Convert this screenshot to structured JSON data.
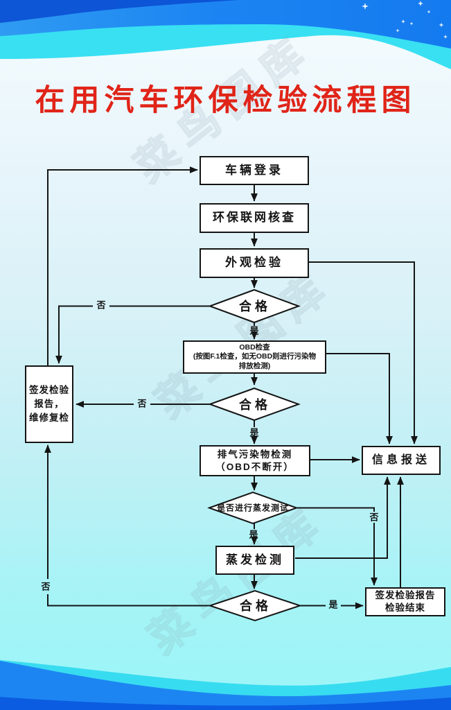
{
  "title": "在用汽车环保检验流程图",
  "watermark": "菜鸟图库",
  "colors": {
    "title_red": "#e02418",
    "line_black": "#141414",
    "node_background": "#ffffff",
    "wave_dark_blue": "#0b50d4",
    "wave_blue": "#1d85f2",
    "wave_cyan": "#38e0f2",
    "page_tint_top": "#f2fafd",
    "page_tint_bottom": "#9ef5f7"
  },
  "flowchart": {
    "edge_labels": {
      "yes": "是",
      "no": "否"
    },
    "nodes": {
      "vehicle_login": {
        "label": "车辆登录"
      },
      "network_check": {
        "label": "环保联网核查"
      },
      "appearance_check": {
        "label": "外观检验"
      },
      "qualified1": {
        "label": "合格"
      },
      "obd_check": {
        "line1": "OBD检查",
        "line2": "(按图F.1检查，如无OBD则进行污染物",
        "line3": "排放检测)"
      },
      "qualified2": {
        "label": "合格"
      },
      "exhaust_test": {
        "line1": "排气污染物检测",
        "line2": "（OBD不断开）"
      },
      "evap_decision": {
        "label": "是否进行蒸发测试"
      },
      "evap_test": {
        "label": "蒸发检测"
      },
      "qualified3": {
        "label": "合格"
      },
      "info_report": {
        "label": "信息报送"
      },
      "issue_repair": {
        "line1": "签发检验",
        "line2": "报告，",
        "line3": "维修复检"
      },
      "issue_end": {
        "line1": "签发检验报告",
        "line2": "检验结束"
      }
    }
  }
}
